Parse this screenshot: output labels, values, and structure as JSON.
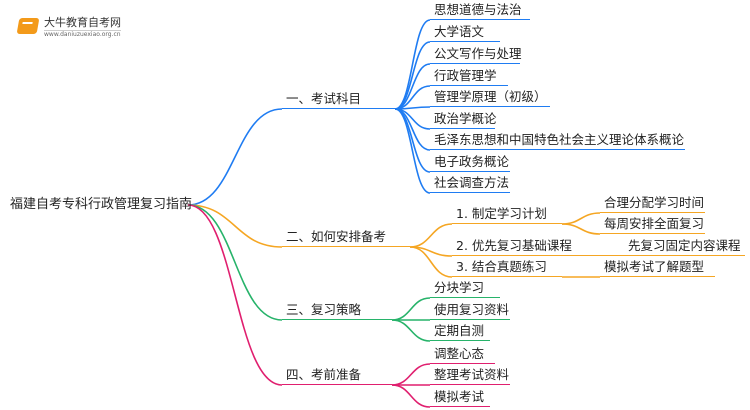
{
  "logo": {
    "name": "大牛教育自考网",
    "url": "www.daniuzuexiao.org.cn"
  },
  "root": "福建自考专科行政管理复习指南",
  "colors": {
    "b1": "#1f7cf2",
    "b2": "#f5a623",
    "b3": "#27b36a",
    "b4": "#e01f6f"
  },
  "branches": [
    {
      "label": "一、考试科目",
      "children": [
        "思想道德与法治",
        "大学语文",
        "公文写作与处理",
        "行政管理学",
        "管理学原理（初级）",
        "政治学概论",
        "毛泽东思想和中国特色社会主义理论体系概论",
        "电子政务概论",
        "社会调查方法"
      ]
    },
    {
      "label": "二、如何安排备考",
      "children": [
        {
          "label": "1. 制定学习计划",
          "children": [
            "合理分配学习时间",
            "每周安排全面复习"
          ]
        },
        {
          "label": "2. 优先复习基础课程",
          "children": [
            "先复习固定内容课程"
          ]
        },
        {
          "label": "3. 结合真题练习",
          "children": [
            "模拟考试了解题型"
          ]
        }
      ]
    },
    {
      "label": "三、复习策略",
      "children": [
        "分块学习",
        "使用复习资料",
        "定期自测"
      ]
    },
    {
      "label": "四、考前准备",
      "children": [
        "调整心态",
        "整理考试资料",
        "模拟考试"
      ]
    }
  ]
}
